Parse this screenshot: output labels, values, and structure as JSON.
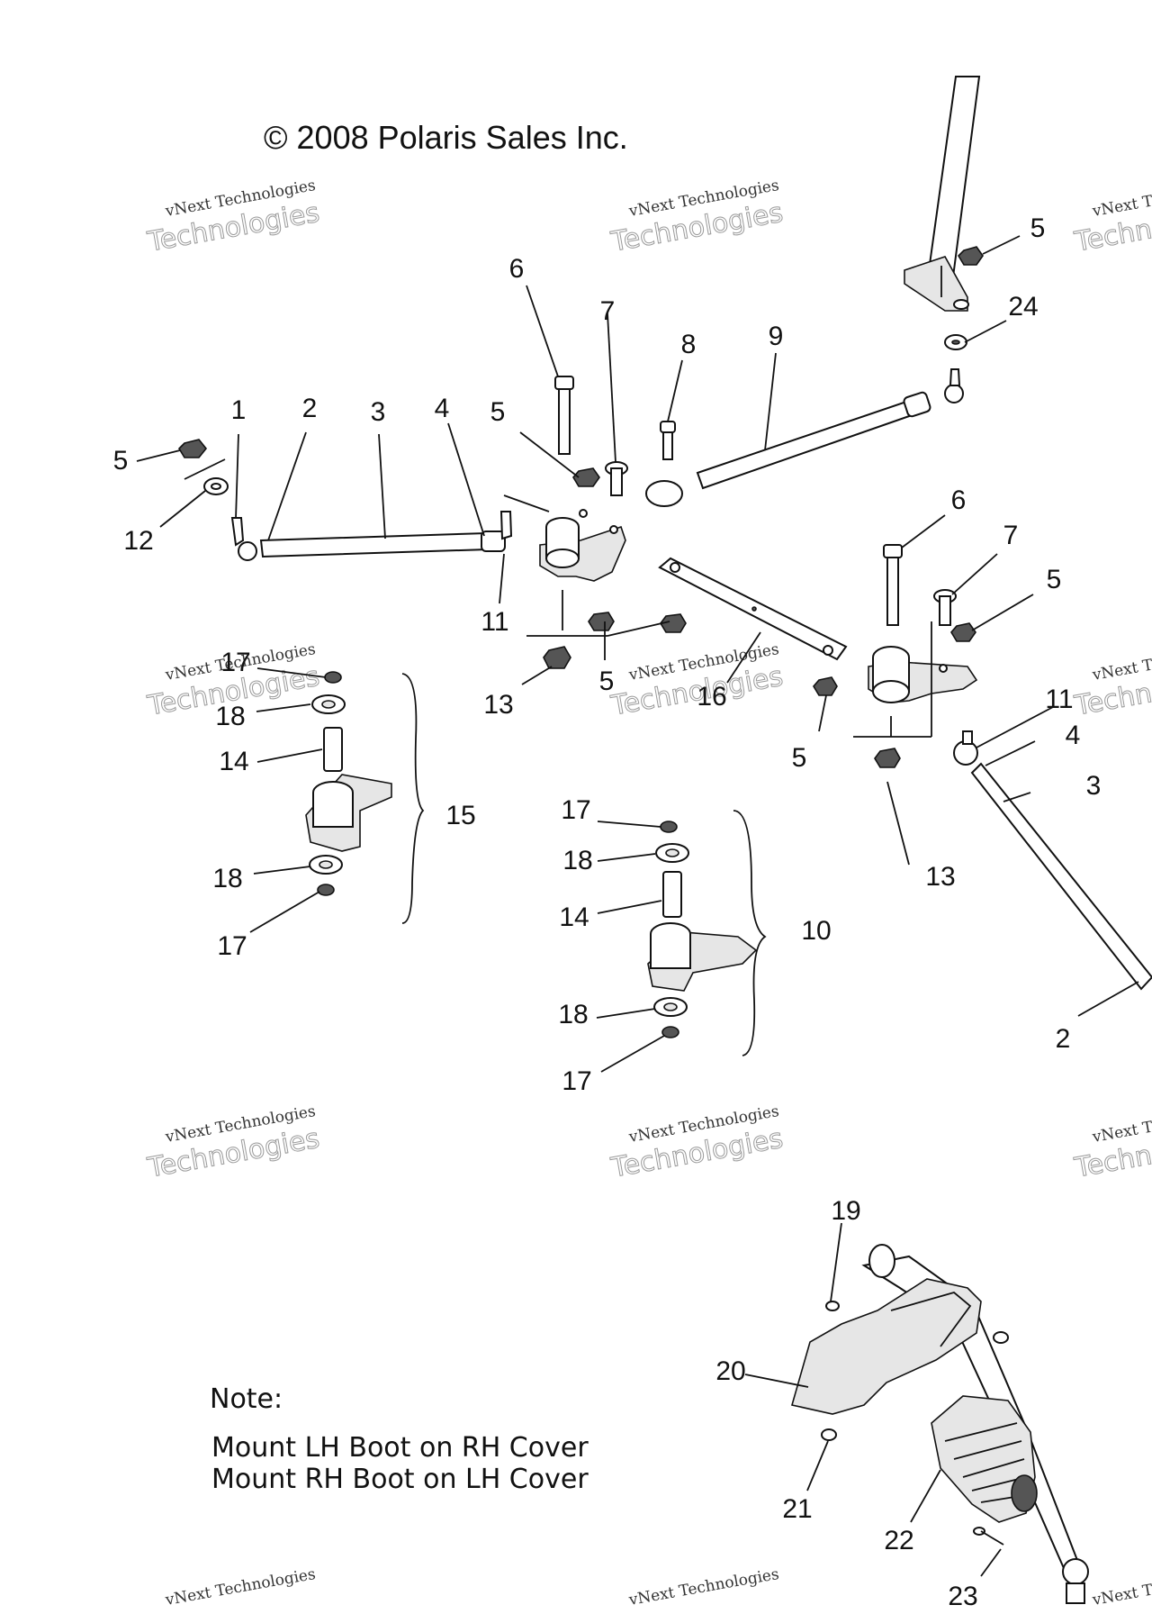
{
  "copyright": "© 2008 Polaris Sales Inc.",
  "watermark": {
    "line1": "vNext Technologies",
    "line2": "Technologies"
  },
  "note": {
    "title": "Note:",
    "line1": "Mount LH Boot on RH Cover",
    "line2": "Mount RH Boot on LH Cover"
  },
  "callouts": [
    "1",
    "2",
    "3",
    "4",
    "5",
    "6",
    "7",
    "8",
    "9",
    "10",
    "11",
    "12",
    "13",
    "14",
    "15",
    "16",
    "17",
    "18",
    "19",
    "20",
    "21",
    "22",
    "23",
    "24"
  ]
}
